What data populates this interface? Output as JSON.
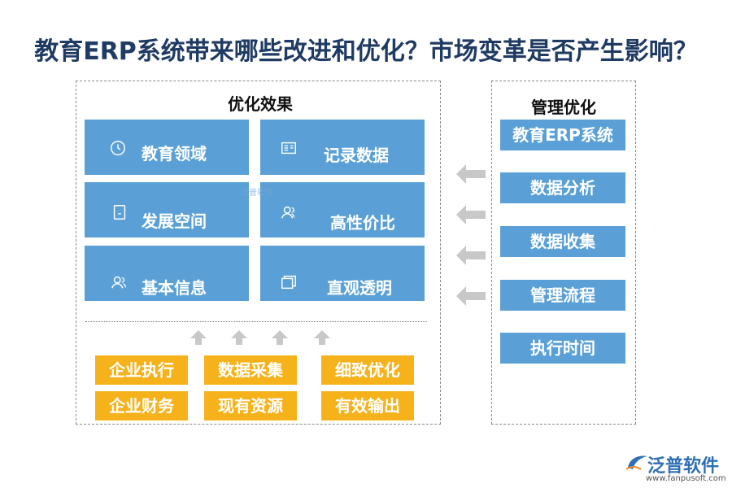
{
  "title": "教育ERP系统带来哪些改进和优化？市场变革是否产生影响？",
  "left_panel": {
    "title": "优化效果",
    "tiles": [
      {
        "label": "教育领域",
        "icon": "clock-icon"
      },
      {
        "label": "记录数据",
        "icon": "document-list-icon"
      },
      {
        "label": "发展空间",
        "icon": "tablet-icon"
      },
      {
        "label": "高性价比",
        "icon": "user-icon"
      },
      {
        "label": "基本信息",
        "icon": "users-icon"
      },
      {
        "label": "直观透明",
        "icon": "windows-icon"
      }
    ],
    "bottom_boxes": [
      "企业执行",
      "数据采集",
      "细致优化",
      "企业财务",
      "现有资源",
      "有效输出"
    ]
  },
  "right_panel": {
    "title": "管理优化",
    "items": [
      "教育ERP系统",
      "数据分析",
      "数据收集",
      "管理流程",
      "执行时间"
    ]
  },
  "watermark": "泛普软件",
  "logo": {
    "name": "泛普软件",
    "url": "www.fanpusoft.com"
  },
  "colors": {
    "title": "#1f3b63",
    "tile_blue": "#5aa0d6",
    "orange": "#f6b21a",
    "arrow_gray": "#c8c8c8"
  }
}
